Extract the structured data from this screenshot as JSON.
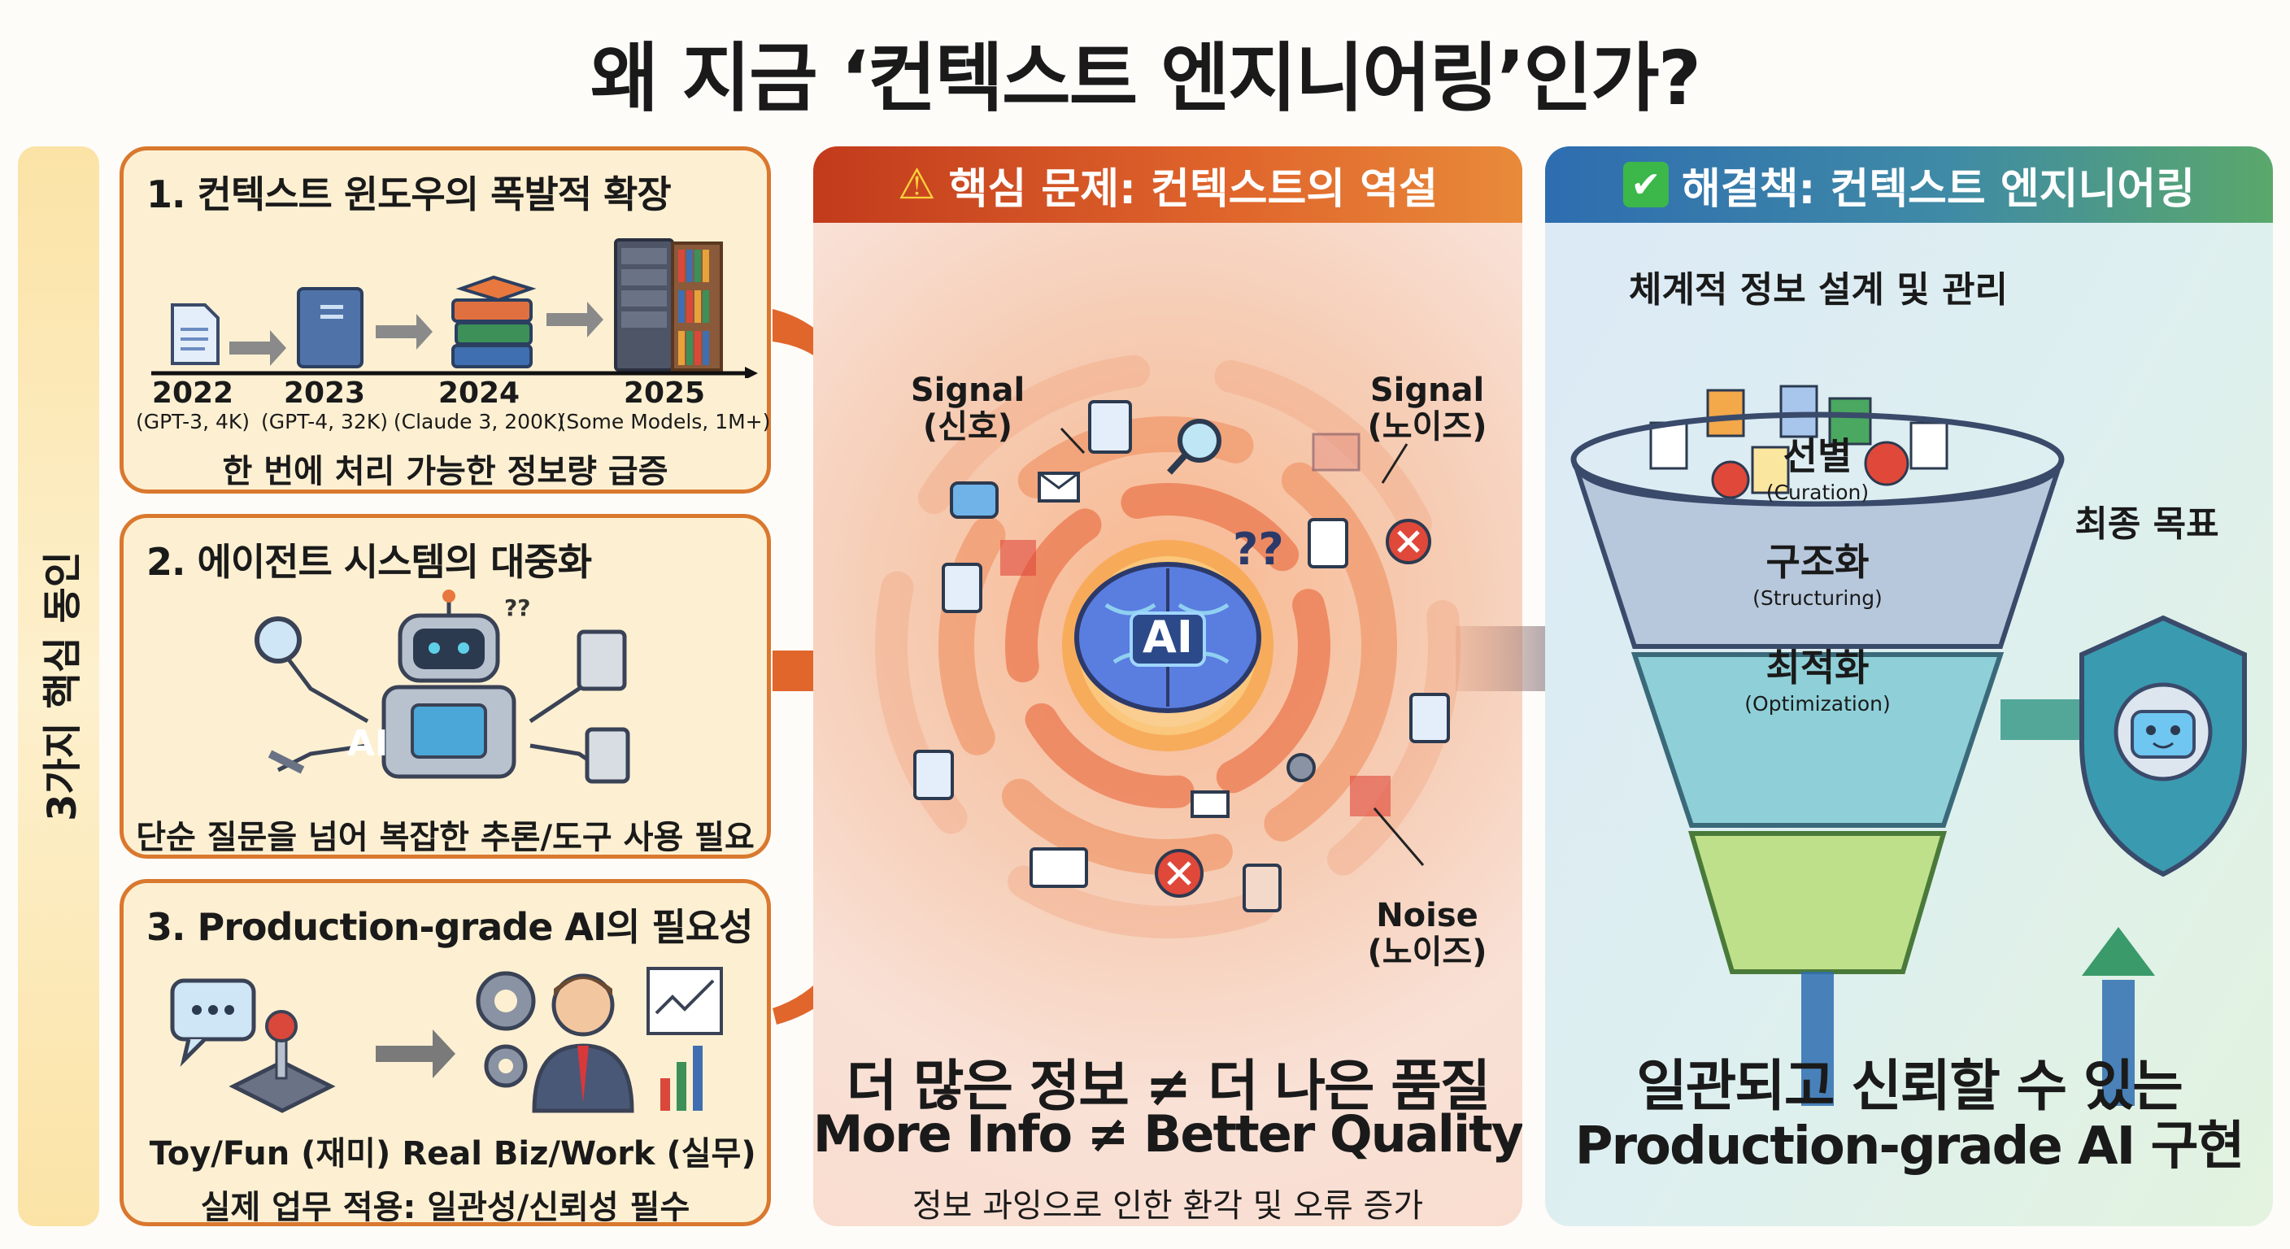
{
  "title": "왜 지금 ‘컨텍스트 엔지니어링’인가?",
  "sidebar_label": "3가지 핵심 동인",
  "cards": [
    {
      "title": "1. 컨텍스트 윈도우의 폭발적 확장",
      "timeline": [
        {
          "year": "2022",
          "model": "(GPT-3, 4K)"
        },
        {
          "year": "2023",
          "model": "(GPT-4, 32K)"
        },
        {
          "year": "2024",
          "model": "(Claude 3, 200K)"
        },
        {
          "year": "2025",
          "model": "(Some Models, 1M+)"
        }
      ],
      "footer": "한 번에 처리 가능한 정보량 급증"
    },
    {
      "title": "2. 에이전트 시스템의 대중화",
      "robot_label": "AI",
      "footer": "단순 질문을 넘어 복잡한 추론/도구 사용 필요"
    },
    {
      "title": "3. Production-grade AI의 필요성",
      "from_label": "Toy/Fun (재미)",
      "to_label": "Real Biz/Work (실무)",
      "footer": "실제 업무 적용: 일관성/신뢰성 필수"
    }
  ],
  "center": {
    "header": "핵심 문제: 컨텍스트의 역설",
    "header_icon": "warning-icon",
    "brain_label": "AI",
    "labels": [
      {
        "title": "Signal",
        "sub": "(신호)"
      },
      {
        "title": "Signal",
        "sub": "(노이즈)"
      },
      {
        "title": "Noise",
        "sub": "(노이즈)"
      }
    ],
    "headline": "더 많은 정보 ≠ 더 나은 품질",
    "headline_en": "(More Info ≠ Better Quality)",
    "caption": "정보 과잉으로 인한 환각 및 오류 증가"
  },
  "right": {
    "header": "해결책: 컨텍스트 엔지니어링",
    "header_icon": "check-icon",
    "subtitle": "체계적 정보 설계 및 관리",
    "funnel": [
      {
        "label": "선별",
        "en": "(Curation)"
      },
      {
        "label": "구조화",
        "en": "(Structuring)"
      },
      {
        "label": "최적화",
        "en": "(Optimization)"
      }
    ],
    "goal_label": "최종 목표",
    "headline": "일관되고 신뢰할 수 있는",
    "headline2": "Production-grade AI 구현"
  },
  "colors": {
    "card_border": "#d9782e",
    "card_bg": "#fdf0d2",
    "problem": "#c23b1c",
    "solution_blue": "#2e6db0",
    "solution_green": "#5aa86b"
  }
}
